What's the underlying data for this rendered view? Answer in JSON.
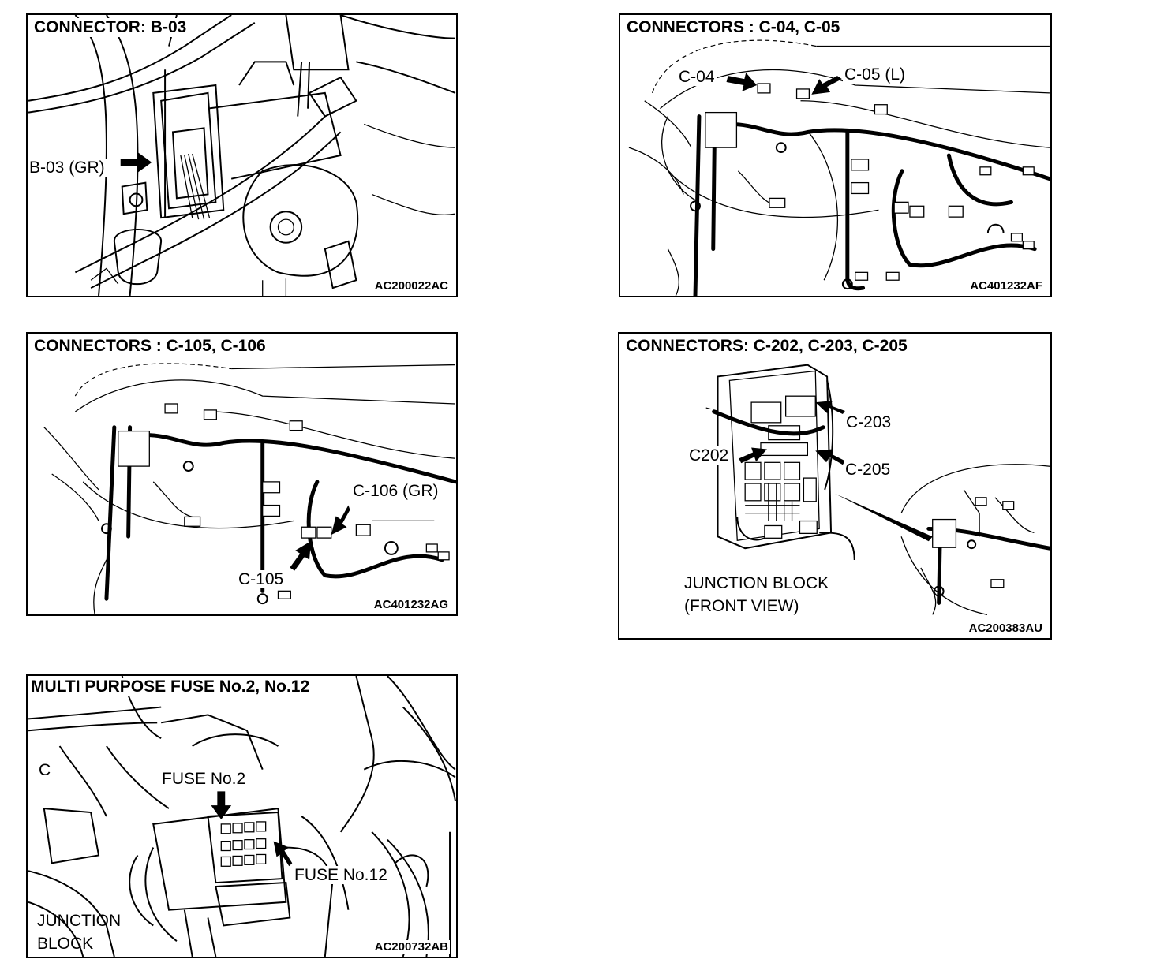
{
  "panels": [
    {
      "title": "CONNECTOR: B-03",
      "code": "AC200022AC",
      "labels": [
        "B-03 (GR)"
      ]
    },
    {
      "title": "CONNECTORS : C-04, C-05",
      "code": "AC401232AF",
      "labels": [
        "C-04",
        "C-05 (L)"
      ]
    },
    {
      "title": "CONNECTORS : C-105, C-106",
      "code": "AC401232AG",
      "labels": [
        "C-106 (GR)",
        "C-105"
      ]
    },
    {
      "title": "CONNECTORS: C-202, C-203, C-205",
      "code": "AC200383AU",
      "labels": [
        "C-203",
        "C202",
        "C-205"
      ],
      "caption": [
        "JUNCTION BLOCK",
        "(FRONT VIEW)"
      ]
    },
    {
      "title": "MULTI PURPOSE FUSE No.2, No.12",
      "code": "AC200732AB",
      "labels": [
        "FUSE No.2",
        "FUSE No.12",
        "C"
      ],
      "caption": [
        "JUNCTION",
        "BLOCK"
      ]
    }
  ],
  "icons": [
    "pointer-arrow-icon"
  ]
}
